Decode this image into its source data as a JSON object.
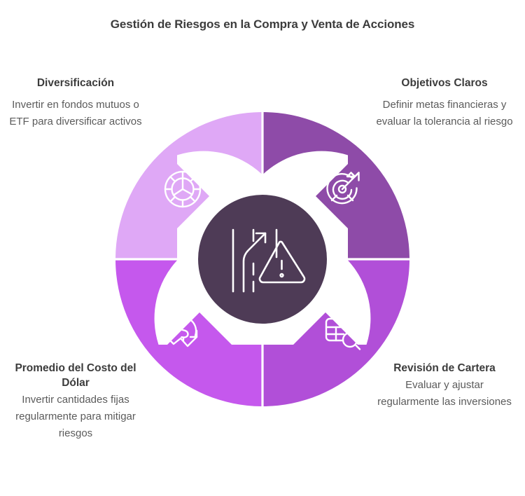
{
  "title": "Gestión de Riesgos en la Compra y Venta de Acciones",
  "center": {
    "icon": "road-diverging-arrow-warning-icon",
    "fill": "#4E3B56"
  },
  "segments": [
    {
      "id": "diversificacion",
      "position": "top-left",
      "heading": "Diversificación",
      "body": "Invertir en fondos mutuos o ETF para diversificar activos",
      "icon": "segmented-pie-chart-icon",
      "color": "#DFA8F6"
    },
    {
      "id": "objetivos-claros",
      "position": "top-right",
      "heading": "Objetivos Claros",
      "body": "Definir metas financieras y evaluar la tolerancia al riesgo",
      "icon": "target-arrow-icon",
      "color": "#8E4BA8"
    },
    {
      "id": "promedio-costo-dolar",
      "position": "bottom-left",
      "heading": "Promedio del Costo del Dólar",
      "body": "Invertir cantidades fijas regularmente para mitigar riesgos",
      "icon": "dollar-declining-arrow-icon",
      "color": "#C558ED"
    },
    {
      "id": "revision-cartera",
      "position": "bottom-right",
      "heading": "Revisión de Cartera",
      "body": "Evaluar y ajustar regularmente las inversiones",
      "icon": "table-magnifier-icon",
      "color": "#B14FD8"
    }
  ],
  "colors": {
    "background": "#FFFFFF",
    "title_text": "#3C3C3C",
    "body_text": "#5B5B5B",
    "icon_stroke": "#FFFFFF"
  }
}
